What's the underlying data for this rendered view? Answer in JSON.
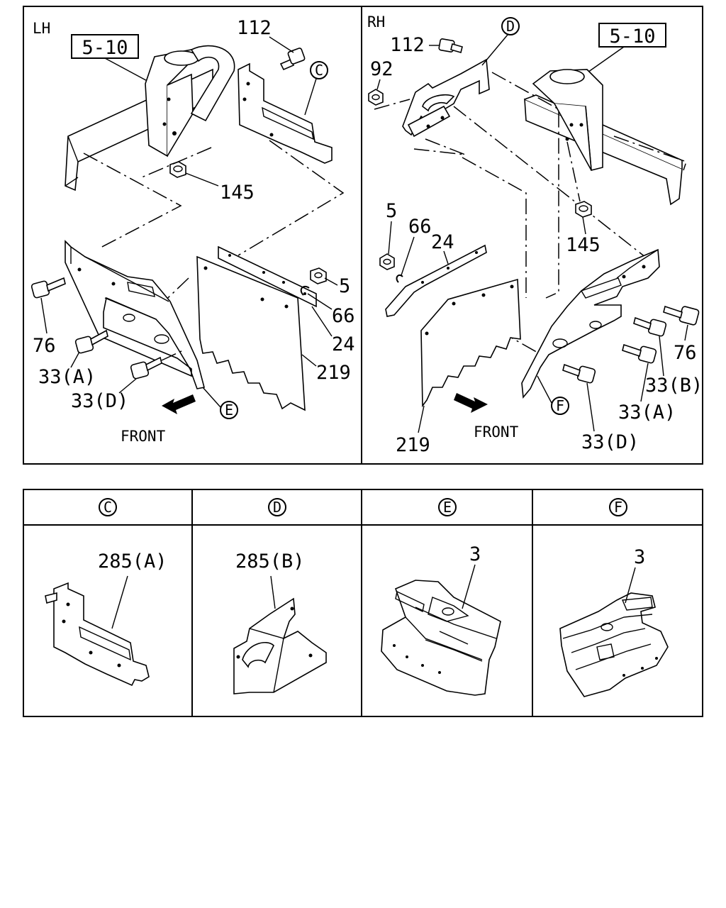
{
  "panels": {
    "lh": {
      "side_label": "LH",
      "ref_box": "5-10",
      "callouts": {
        "p112": "112",
        "c": "C",
        "p145": "145",
        "p5": "5",
        "p66": "66",
        "p24": "24",
        "p219": "219",
        "p76": "76",
        "p33a": "33(A)",
        "p33d": "33(D)",
        "e": "E"
      },
      "front": "FRONT"
    },
    "rh": {
      "side_label": "RH",
      "ref_box": "5-10",
      "callouts": {
        "p112": "112",
        "d": "D",
        "p92": "92",
        "p145": "145",
        "p5": "5",
        "p66": "66",
        "p24": "24",
        "p219": "219",
        "p76": "76",
        "p33b": "33(B)",
        "p33a": "33(A)",
        "p33d": "33(D)",
        "f": "F"
      },
      "front": "FRONT"
    }
  },
  "details": [
    {
      "key": "C",
      "part": "285(A)"
    },
    {
      "key": "D",
      "part": "285(B)"
    },
    {
      "key": "E",
      "part": "3"
    },
    {
      "key": "F",
      "part": "3"
    }
  ]
}
